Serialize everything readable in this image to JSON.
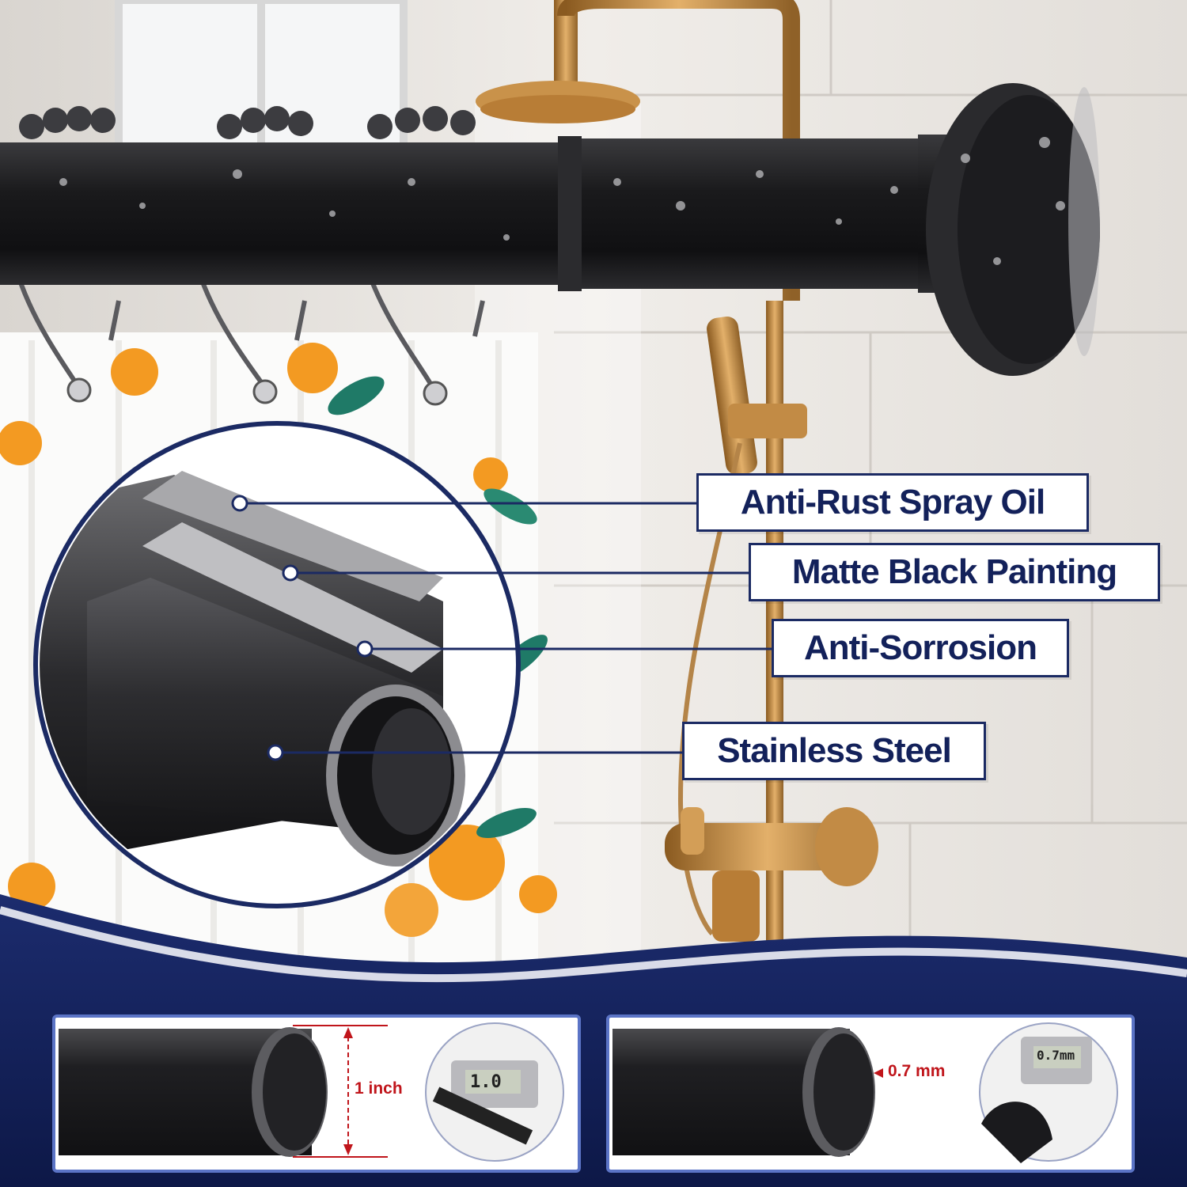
{
  "callouts": {
    "anti_rust": "Anti-Rust Spray Oil",
    "matte_black": "Matte Black Painting",
    "anti_corrosion": "Anti-Sorrosion",
    "stainless": "Stainless Steel"
  },
  "dimensions": {
    "diameter_label": "1 inch",
    "thickness_label": "0.7 mm",
    "caliper_diameter_readout": "1.0",
    "caliper_thickness_readout": "0.7mm"
  },
  "colors": {
    "navy": "#13215a",
    "callout_border": "#1b2a63",
    "panel_border": "#5b74c6",
    "dimension_red": "#c0151b",
    "rod_black": "#1c1c1e",
    "brass": "#c08a3e"
  }
}
